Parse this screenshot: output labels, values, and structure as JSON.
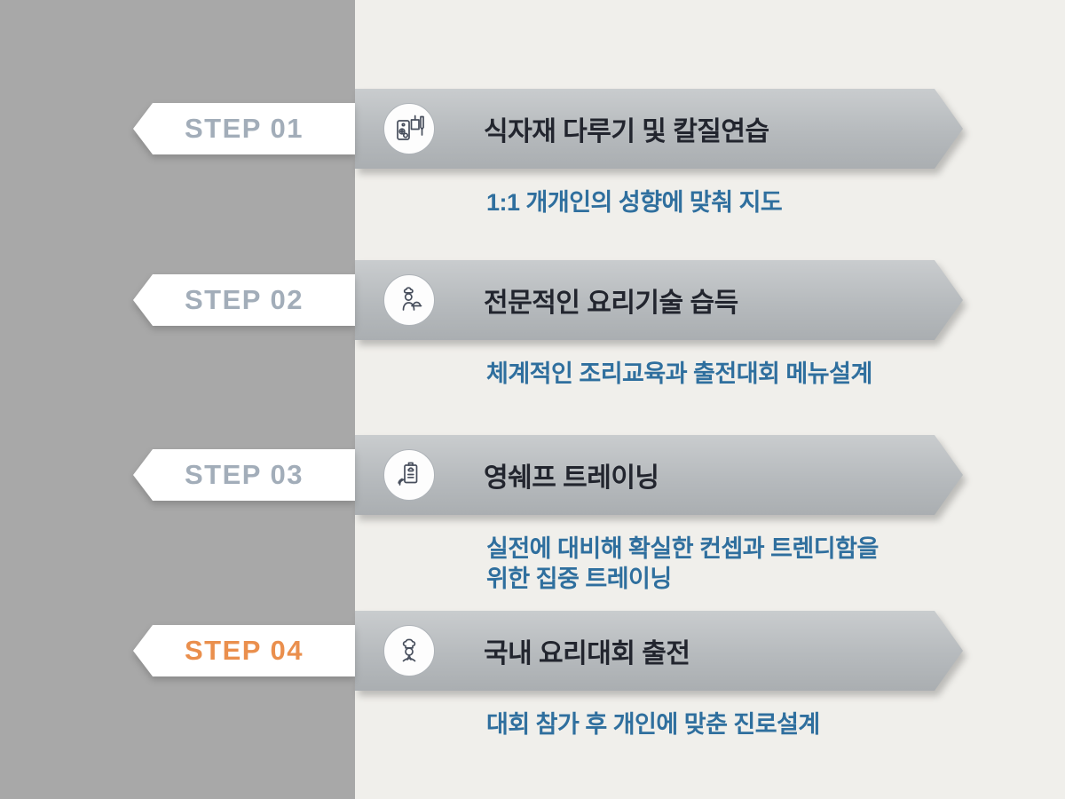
{
  "colors": {
    "left_panel": "#a8a8a8",
    "background": "#f0efeb",
    "bar_gradient_top": "#c9ccce",
    "bar_gradient_bottom": "#aaaeb1",
    "banner": "#ffffff",
    "step_label": "#a2adb9",
    "step_label_highlight": "#ea8f4d",
    "title_text": "#22252e",
    "subtitle_text": "#2f6f9e",
    "icon_stroke": "#474e5c"
  },
  "steps": [
    {
      "label": "STEP 01",
      "title": "식자재 다루기 및 칼질연습",
      "subtitle": "1:1 개개인의 성향에 맞춰 지도",
      "icon": "cutting-board-knives-icon",
      "highlighted": false
    },
    {
      "label": "STEP 02",
      "title": "전문적인 요리기술 습득",
      "subtitle": "체계적인 조리교육과 출전대회 메뉴설계",
      "icon": "chef-serving-icon",
      "highlighted": false
    },
    {
      "label": "STEP 03",
      "title": "영쉐프 트레이닝",
      "subtitle": "실전에 대비해 확실한 컨셉과 트렌디함을\n위한 집중 트레이닝",
      "icon": "menu-clipboard-icon",
      "highlighted": false
    },
    {
      "label": "STEP 04",
      "title": "국내 요리대회 출전",
      "subtitle": "대회 참가 후 개인에 맞춘 진로설계",
      "icon": "chef-bust-icon",
      "highlighted": true
    }
  ]
}
